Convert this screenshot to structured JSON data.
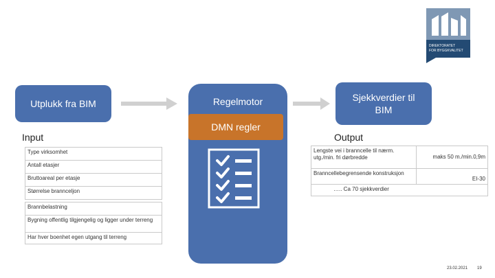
{
  "logo": {
    "name": "logo",
    "line1": "DIREKTORATET",
    "line2": "FOR BYGGKVALITET"
  },
  "left_box": {
    "label": "Utplukk fra BIM"
  },
  "center_box": {
    "label": "Regelmotor",
    "dmn_label": "DMN regler"
  },
  "right_box": {
    "label": "Sjekkverdier til BIM"
  },
  "input": {
    "heading": "Input",
    "rows": [
      "Type virksomhet",
      "Antall etasjer",
      "Bruttoareal per etasje",
      "Størrelse brannceljon",
      "Brannbelastning",
      "Bygning offentlig tilgjengelig og ligger under terreng",
      "Har hver boenhet egen utgang til terreng"
    ]
  },
  "output": {
    "heading": "Output",
    "rows": [
      {
        "label": "Lengste vei i branncelle til nærm. utg./min. fri dørbredde",
        "value": "maks 50 m./min.0,9m"
      },
      {
        "label": "Branncellebegrensende konstruksjon",
        "value": "EI-30"
      }
    ],
    "note": "….. Ca 70 sjekkverdier"
  },
  "footer": {
    "date": "23.02.2021",
    "page": "19"
  },
  "colors": {
    "accent": "#4a6fad",
    "dmn": "#c8742a",
    "logo_dark": "#234a73"
  },
  "icons": {
    "checklist": "checklist-icon"
  }
}
